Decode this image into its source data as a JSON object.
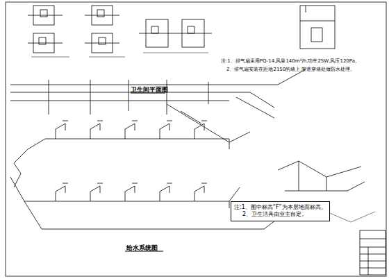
{
  "diagram": {
    "nodes": [
      {
        "text": [
          "注:1、图中标高“F”为本层地面标高。",
          "2、卫生洁具由业主自定。"
        ]
      }
    ],
    "labels": [
      "卫生间平面图",
      "给水系统图",
      "注:1、排气扇采用PQ-14,风量140m³/h,功率25W,风压120Pa。",
      "2、排气扇安装在距地2150的墙上,管道穿墙处做防水处理。"
    ]
  }
}
